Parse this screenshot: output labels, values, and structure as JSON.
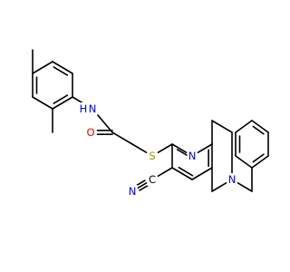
{
  "molecule": {
    "atom_labels": [
      {
        "key": "nh",
        "text": "N",
        "color": "#0000ff",
        "name": "amide-nitrogen-label"
      },
      {
        "key": "nh_h",
        "text": "H",
        "color": "#0000ff",
        "name": "amide-hydrogen-label"
      },
      {
        "key": "o",
        "text": "O",
        "color": "#ff0000",
        "name": "carbonyl-oxygen-label"
      },
      {
        "key": "s",
        "text": "S",
        "color": "#999900",
        "name": "thioether-sulfur-label"
      },
      {
        "key": "n_py",
        "text": "N",
        "color": "#0000ff",
        "name": "pyridine-nitrogen-label"
      },
      {
        "key": "n_pip",
        "text": "N",
        "color": "#0000ff",
        "name": "piperidine-nitrogen-label"
      },
      {
        "key": "n_cn",
        "text": "N",
        "color": "#0000ff",
        "name": "nitrile-nitrogen-label"
      },
      {
        "key": "c_cn",
        "text": "C",
        "color": "#000000",
        "name": "nitrile-carbon-label"
      }
    ],
    "bond_color": "#000000"
  }
}
